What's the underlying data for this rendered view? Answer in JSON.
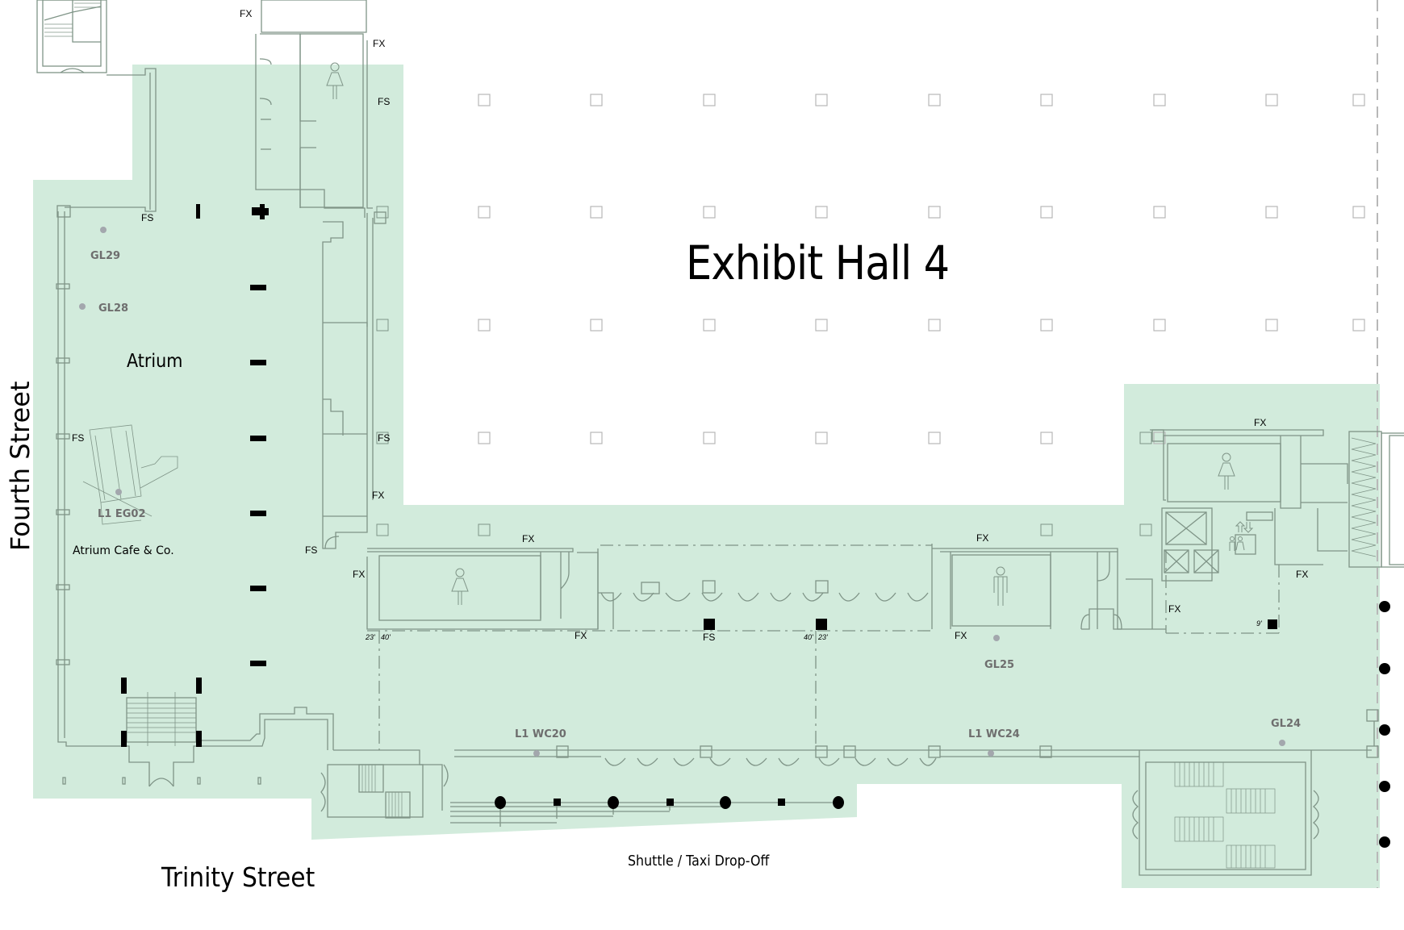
{
  "map": {
    "title": "Exhibit Hall 4",
    "colors": {
      "public_area": "#d2ebdc",
      "walls": "#7f9487",
      "grid_columns": "#b8b8b8",
      "markers": "#000000",
      "location_dot": "#a3a7ad",
      "location_code_text": "#6e6e6e"
    },
    "streets": {
      "west": "Fourth Street",
      "south": "Trinity Street"
    },
    "areas": {
      "atrium": "Atrium",
      "cafe": "Atrium Cafe & Co.",
      "dropoff": "Shuttle / Taxi Drop-Off"
    },
    "location_codes": [
      {
        "id": "GL29",
        "label": "GL29"
      },
      {
        "id": "GL28",
        "label": "GL28"
      },
      {
        "id": "L1 EG02",
        "label": "L1 EG02"
      },
      {
        "id": "L1 WC20",
        "label": "L1 WC20"
      },
      {
        "id": "L1 WC24",
        "label": "L1 WC24"
      },
      {
        "id": "GL25",
        "label": "GL25"
      },
      {
        "id": "GL24",
        "label": "GL24"
      }
    ],
    "equipment_tags": {
      "fire_extinguisher": "FX",
      "fire_station": "FS"
    },
    "dimensions": {
      "d1a": "23'",
      "d1b": "40'",
      "d2a": "40'",
      "d2b": "23'",
      "d3": "9'"
    },
    "restroom_icons": [
      "women",
      "women",
      "men",
      "women",
      "family"
    ],
    "elevator_icon": "elevator-up-down"
  }
}
